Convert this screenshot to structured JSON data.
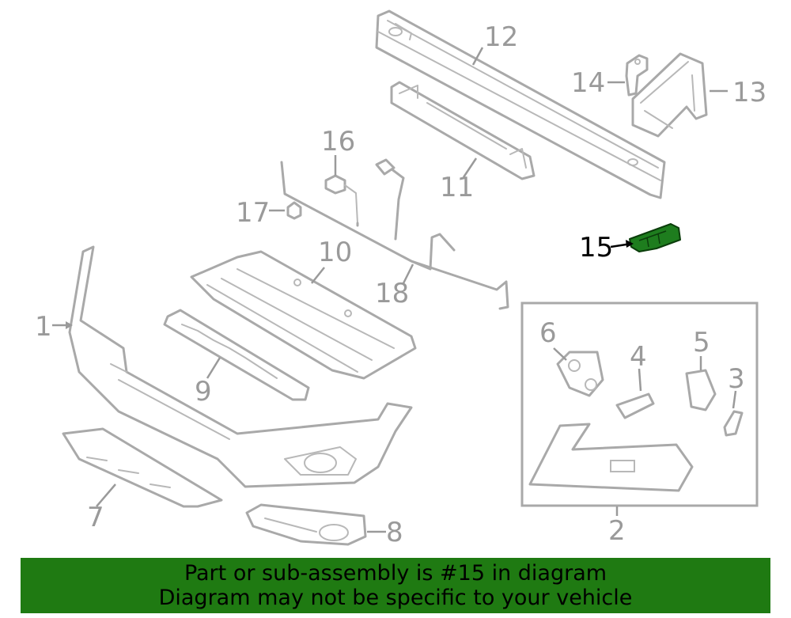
{
  "callouts": {
    "c1": "1",
    "c2": "2",
    "c3": "3",
    "c4": "4",
    "c5": "5",
    "c6": "6",
    "c7": "7",
    "c8": "8",
    "c9": "9",
    "c10": "10",
    "c11": "11",
    "c12": "12",
    "c13": "13",
    "c14": "14",
    "c15": "15",
    "c16": "16",
    "c17": "17",
    "c18": "18"
  },
  "highlight": {
    "part": "15",
    "color": "#1e7d1e"
  },
  "banner": {
    "line1": "Part or sub-assembly is #15 in diagram",
    "line2": "Diagram may not be specific to your vehicle",
    "background": "#1f7a12"
  },
  "colors": {
    "line_art": "#a9a9a9",
    "callout": "#9a9a9a"
  }
}
